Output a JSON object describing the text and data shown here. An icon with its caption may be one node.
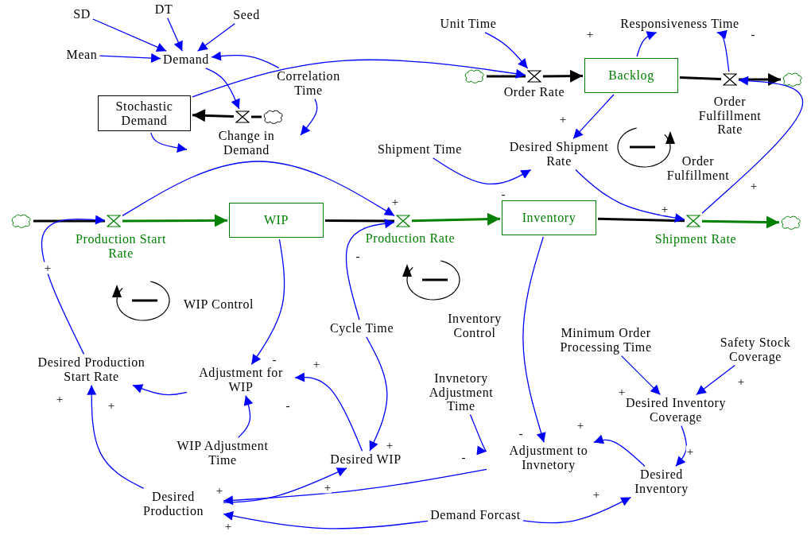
{
  "diagram": {
    "nodes": [
      {
        "text": [
          "SD"
        ]
      },
      {
        "text": [
          "DT"
        ]
      },
      {
        "text": [
          "Seed"
        ]
      },
      {
        "text": [
          "Mean"
        ]
      },
      {
        "text": [
          "Demand"
        ]
      },
      {
        "text": [
          "Correlation Time"
        ]
      },
      {
        "text": [
          "Stochastic Demand"
        ]
      },
      {
        "text": [],
        "shape": "valve",
        "beside": [
          "Change in Demand"
        ]
      },
      {
        "text": [],
        "shape": "cloud"
      },
      {
        "text": [
          "Unit Time"
        ]
      },
      {
        "text": [],
        "shape": "cloud"
      },
      {
        "text": [],
        "shape": "valve",
        "beside": [
          "Order Rate"
        ]
      },
      {
        "text": [
          "Backlog"
        ]
      },
      {
        "text": [
          "Responsiveness Time"
        ]
      },
      {
        "text": [],
        "shape": "valve",
        "beside": [
          "Order Fulfillment Rate"
        ]
      },
      {
        "text": [],
        "shape": "cloud"
      },
      {
        "text": [
          "Shipment Time"
        ]
      },
      {
        "text": [
          "Desired Shipment Rate"
        ]
      },
      {
        "text": [],
        "shape": "cloud"
      },
      {
        "text": [],
        "shape": "valve",
        "beside": [
          "Production Start Rate"
        ]
      },
      {
        "text": [
          "WIP"
        ]
      },
      {
        "text": [],
        "shape": "valve",
        "beside": [
          "Production Rate"
        ]
      },
      {
        "text": [
          "Inventory"
        ]
      },
      {
        "text": [],
        "shape": "valve",
        "beside": [
          "Shipment Rate"
        ]
      },
      {
        "text": [],
        "shape": "cloud"
      },
      {
        "text": [
          "Desired Production Start Rate"
        ]
      },
      {
        "text": [
          "Adjustment for WIP"
        ]
      },
      {
        "text": [
          "Cycle Time"
        ]
      },
      {
        "text": [
          "WIP Adjustment Time"
        ]
      },
      {
        "text": [
          "Desired WIP"
        ]
      },
      {
        "text": [
          "Invnetory Adjustment Time"
        ]
      },
      {
        "text": [
          "Minimum Order Processing Time"
        ]
      },
      {
        "text": [
          "Safety Stock Coverage"
        ]
      },
      {
        "text": [
          "Desired Inventory Coverage"
        ]
      },
      {
        "text": [
          "Adjustment to Invnetory"
        ]
      },
      {
        "text": [
          "Desired Inventory"
        ]
      },
      {
        "text": [
          "Desired Production"
        ]
      },
      {
        "text": [
          "Demand Forcast"
        ]
      }
    ],
    "edges": [
      {
        "from": 8,
        "to": 7,
        "arrow": "none",
        "style": "thick",
        "color": "#000000"
      },
      {
        "from": 7,
        "to": 6,
        "arrow": "to",
        "style": "thick",
        "color": "#000000"
      },
      {
        "from": 10,
        "to": 11,
        "arrow": "none",
        "style": "thick",
        "color": "#000000"
      },
      {
        "from": 11,
        "to": 12,
        "arrow": "to",
        "style": "thick",
        "color": "#000000"
      },
      {
        "from": 12,
        "to": 14,
        "arrow": "none",
        "style": "thick",
        "color": "#000000"
      },
      {
        "from": 14,
        "to": 15,
        "arrow": "to",
        "style": "thick",
        "color": "#000000"
      },
      {
        "from": 18,
        "to": 19,
        "arrow": "none",
        "style": "thick",
        "color": "#000000"
      },
      {
        "from": 19,
        "to": 20,
        "arrow": "to",
        "style": "thick",
        "color": "#008000"
      },
      {
        "from": 20,
        "to": 21,
        "arrow": "none",
        "style": "thick",
        "color": "#000000"
      },
      {
        "from": 21,
        "to": 22,
        "arrow": "to",
        "style": "thick",
        "color": "#008000"
      },
      {
        "from": 22,
        "to": 23,
        "arrow": "none",
        "style": "thick",
        "color": "#000000"
      },
      {
        "from": 23,
        "to": 24,
        "arrow": "to",
        "style": "thick",
        "color": "#008000"
      },
      {
        "from": 0,
        "to": 4,
        "arrow": "to"
      },
      {
        "from": 1,
        "to": 4,
        "arrow": "to"
      },
      {
        "from": 2,
        "to": 4,
        "arrow": "to"
      },
      {
        "from": 3,
        "to": 4,
        "arrow": "to"
      },
      {
        "from": 5,
        "to": 4,
        "arrow": "to"
      },
      {
        "from": 4,
        "to": 7,
        "arrow": "to"
      },
      {
        "from": 6,
        "to": 11,
        "arrow": "to"
      },
      {
        "from": 6,
        "to": null,
        "arrow": "to"
      },
      {
        "from": 5,
        "to": null,
        "arrow": "to"
      },
      {
        "from": 9,
        "to": 11,
        "arrow": "to"
      },
      {
        "from": 12,
        "to": 13,
        "arrow": "to",
        "label": "+"
      },
      {
        "from": 14,
        "to": 13,
        "arrow": "to",
        "label": "-"
      },
      {
        "from": 12,
        "to": 17,
        "arrow": "to",
        "label": "+"
      },
      {
        "from": 16,
        "to": 17,
        "arrow": "to",
        "label": "-"
      },
      {
        "from": 17,
        "to": 23,
        "arrow": "to",
        "label": "+"
      },
      {
        "from": 23,
        "to": 14,
        "arrow": "to",
        "label": "+"
      },
      {
        "from": 19,
        "to": 21,
        "arrow": "to",
        "label": "+"
      },
      {
        "from": 27,
        "to": 21,
        "arrow": "to",
        "label": "-"
      },
      {
        "from": 20,
        "to": 26,
        "arrow": "to",
        "label": "-"
      },
      {
        "from": 25,
        "to": 19,
        "arrow": "to",
        "label": "+"
      },
      {
        "from": 26,
        "to": 25,
        "arrow": "to",
        "label": "+"
      },
      {
        "from": 28,
        "to": 26,
        "arrow": "to",
        "label": "-"
      },
      {
        "from": 29,
        "to": 26,
        "arrow": "to",
        "label": "+"
      },
      {
        "from": 27,
        "to": 29,
        "arrow": "to",
        "label": "+"
      },
      {
        "from": 36,
        "to": 25,
        "arrow": "to",
        "label": "+"
      },
      {
        "from": 36,
        "to": 29,
        "arrow": "to",
        "label": "+"
      },
      {
        "from": 34,
        "to": 36,
        "arrow": "to",
        "label": "+"
      },
      {
        "from": 37,
        "to": 36,
        "arrow": "to",
        "label": "+"
      },
      {
        "from": 22,
        "to": 34,
        "arrow": "to",
        "label": "-"
      },
      {
        "from": 30,
        "to": 34,
        "arrow": "to",
        "label": "-"
      },
      {
        "from": 35,
        "to": 34,
        "arrow": "to",
        "label": "+"
      },
      {
        "from": 31,
        "to": 33,
        "arrow": "to",
        "label": "+"
      },
      {
        "from": 32,
        "to": 33,
        "arrow": "to",
        "label": "+"
      },
      {
        "from": 33,
        "to": 35,
        "arrow": "to",
        "label": "+"
      },
      {
        "from": 37,
        "to": 35,
        "arrow": "to",
        "label": "+"
      }
    ],
    "labels": [
      "Order Fulfillment",
      "WIP Control",
      "Inventory Control"
    ]
  }
}
